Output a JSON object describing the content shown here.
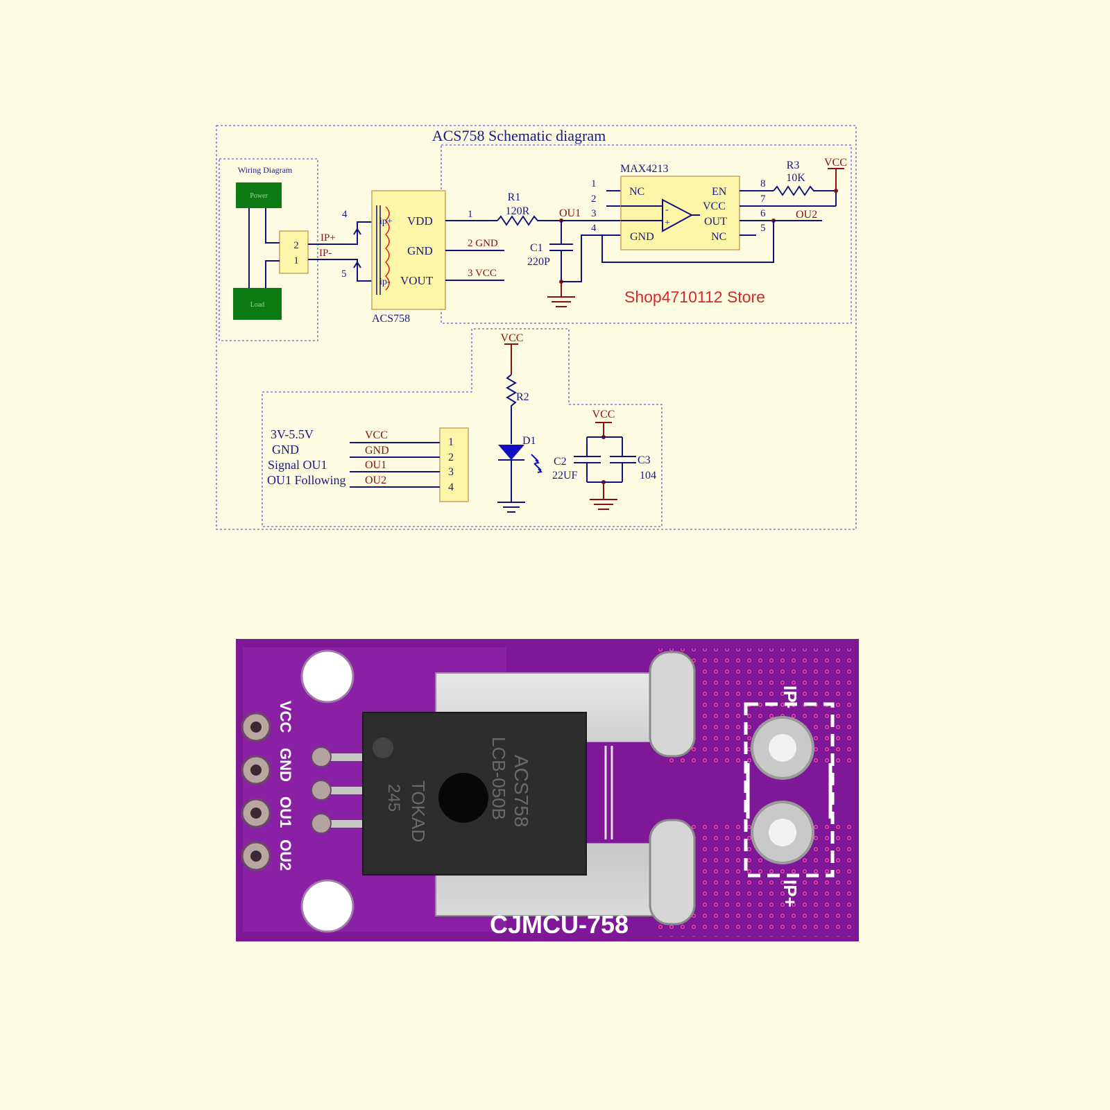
{
  "title": "ACS758 Schematic diagram",
  "store": "Shop4710112 Store",
  "wiring": {
    "title": "Wiring Diagram",
    "power": "Power",
    "load": "Load",
    "pin2": "2",
    "pin1": "1",
    "ip_plus": "IP+",
    "ip_minus": "IP-",
    "wire4": "4",
    "wire5": "5"
  },
  "acs758": {
    "name": "ACS758",
    "ip_plus": "ip+",
    "ip_minus": "ip-",
    "vdd": "VDD",
    "gnd": "GND",
    "vout": "VOUT",
    "net1": "1",
    "net2": "2 GND",
    "net3": "3 VCC"
  },
  "r1": {
    "name": "R1",
    "value": "120R"
  },
  "c1": {
    "name": "C1",
    "value": "220P"
  },
  "ou1": "OU1",
  "max4213": {
    "name": "MAX4213",
    "nc": "NC",
    "gnd": "GND",
    "en": "EN",
    "vcc": "VCC",
    "out": "OUT",
    "nc2": "NC",
    "pin1": "1",
    "pin2": "2",
    "pin3": "3",
    "pin4": "4",
    "pin5": "5",
    "pin6": "6",
    "pin7": "7",
    "pin8": "8",
    "minus": "-",
    "plus": "+"
  },
  "r3": {
    "name": "R3",
    "value": "10K"
  },
  "vcc": "VCC",
  "ou2": "OU2",
  "r2": {
    "name": "R2"
  },
  "d1": {
    "name": "D1"
  },
  "c2": {
    "name": "C2",
    "value": "22UF"
  },
  "c3": {
    "name": "C3",
    "value": "104"
  },
  "connector": {
    "rows": [
      {
        "desc": "3V-5.5V",
        "net": "VCC",
        "pin": "1"
      },
      {
        "desc": "GND",
        "net": "GND",
        "pin": "2"
      },
      {
        "desc": "Signal OU1",
        "net": "OU1",
        "pin": "3"
      },
      {
        "desc": "OU1 Following",
        "net": "OU2",
        "pin": "4"
      }
    ]
  },
  "board": {
    "pins": [
      "VCC",
      "GND",
      "OU1",
      "OU2"
    ],
    "ip_minus": "IP-",
    "ip_plus": "IP+",
    "name": "CJMCU-758",
    "chip_lines": [
      "ACS758",
      "LCB-050B",
      "TOKAD",
      "245"
    ]
  },
  "colors": {
    "background": "#fdfbe2",
    "wire": "#10107e",
    "net_label": "#8a1010",
    "store": "#d42a2a",
    "chip_fill": "#fdf6a8",
    "box_green": "#0d7a14",
    "pcb": "#7e1896"
  }
}
